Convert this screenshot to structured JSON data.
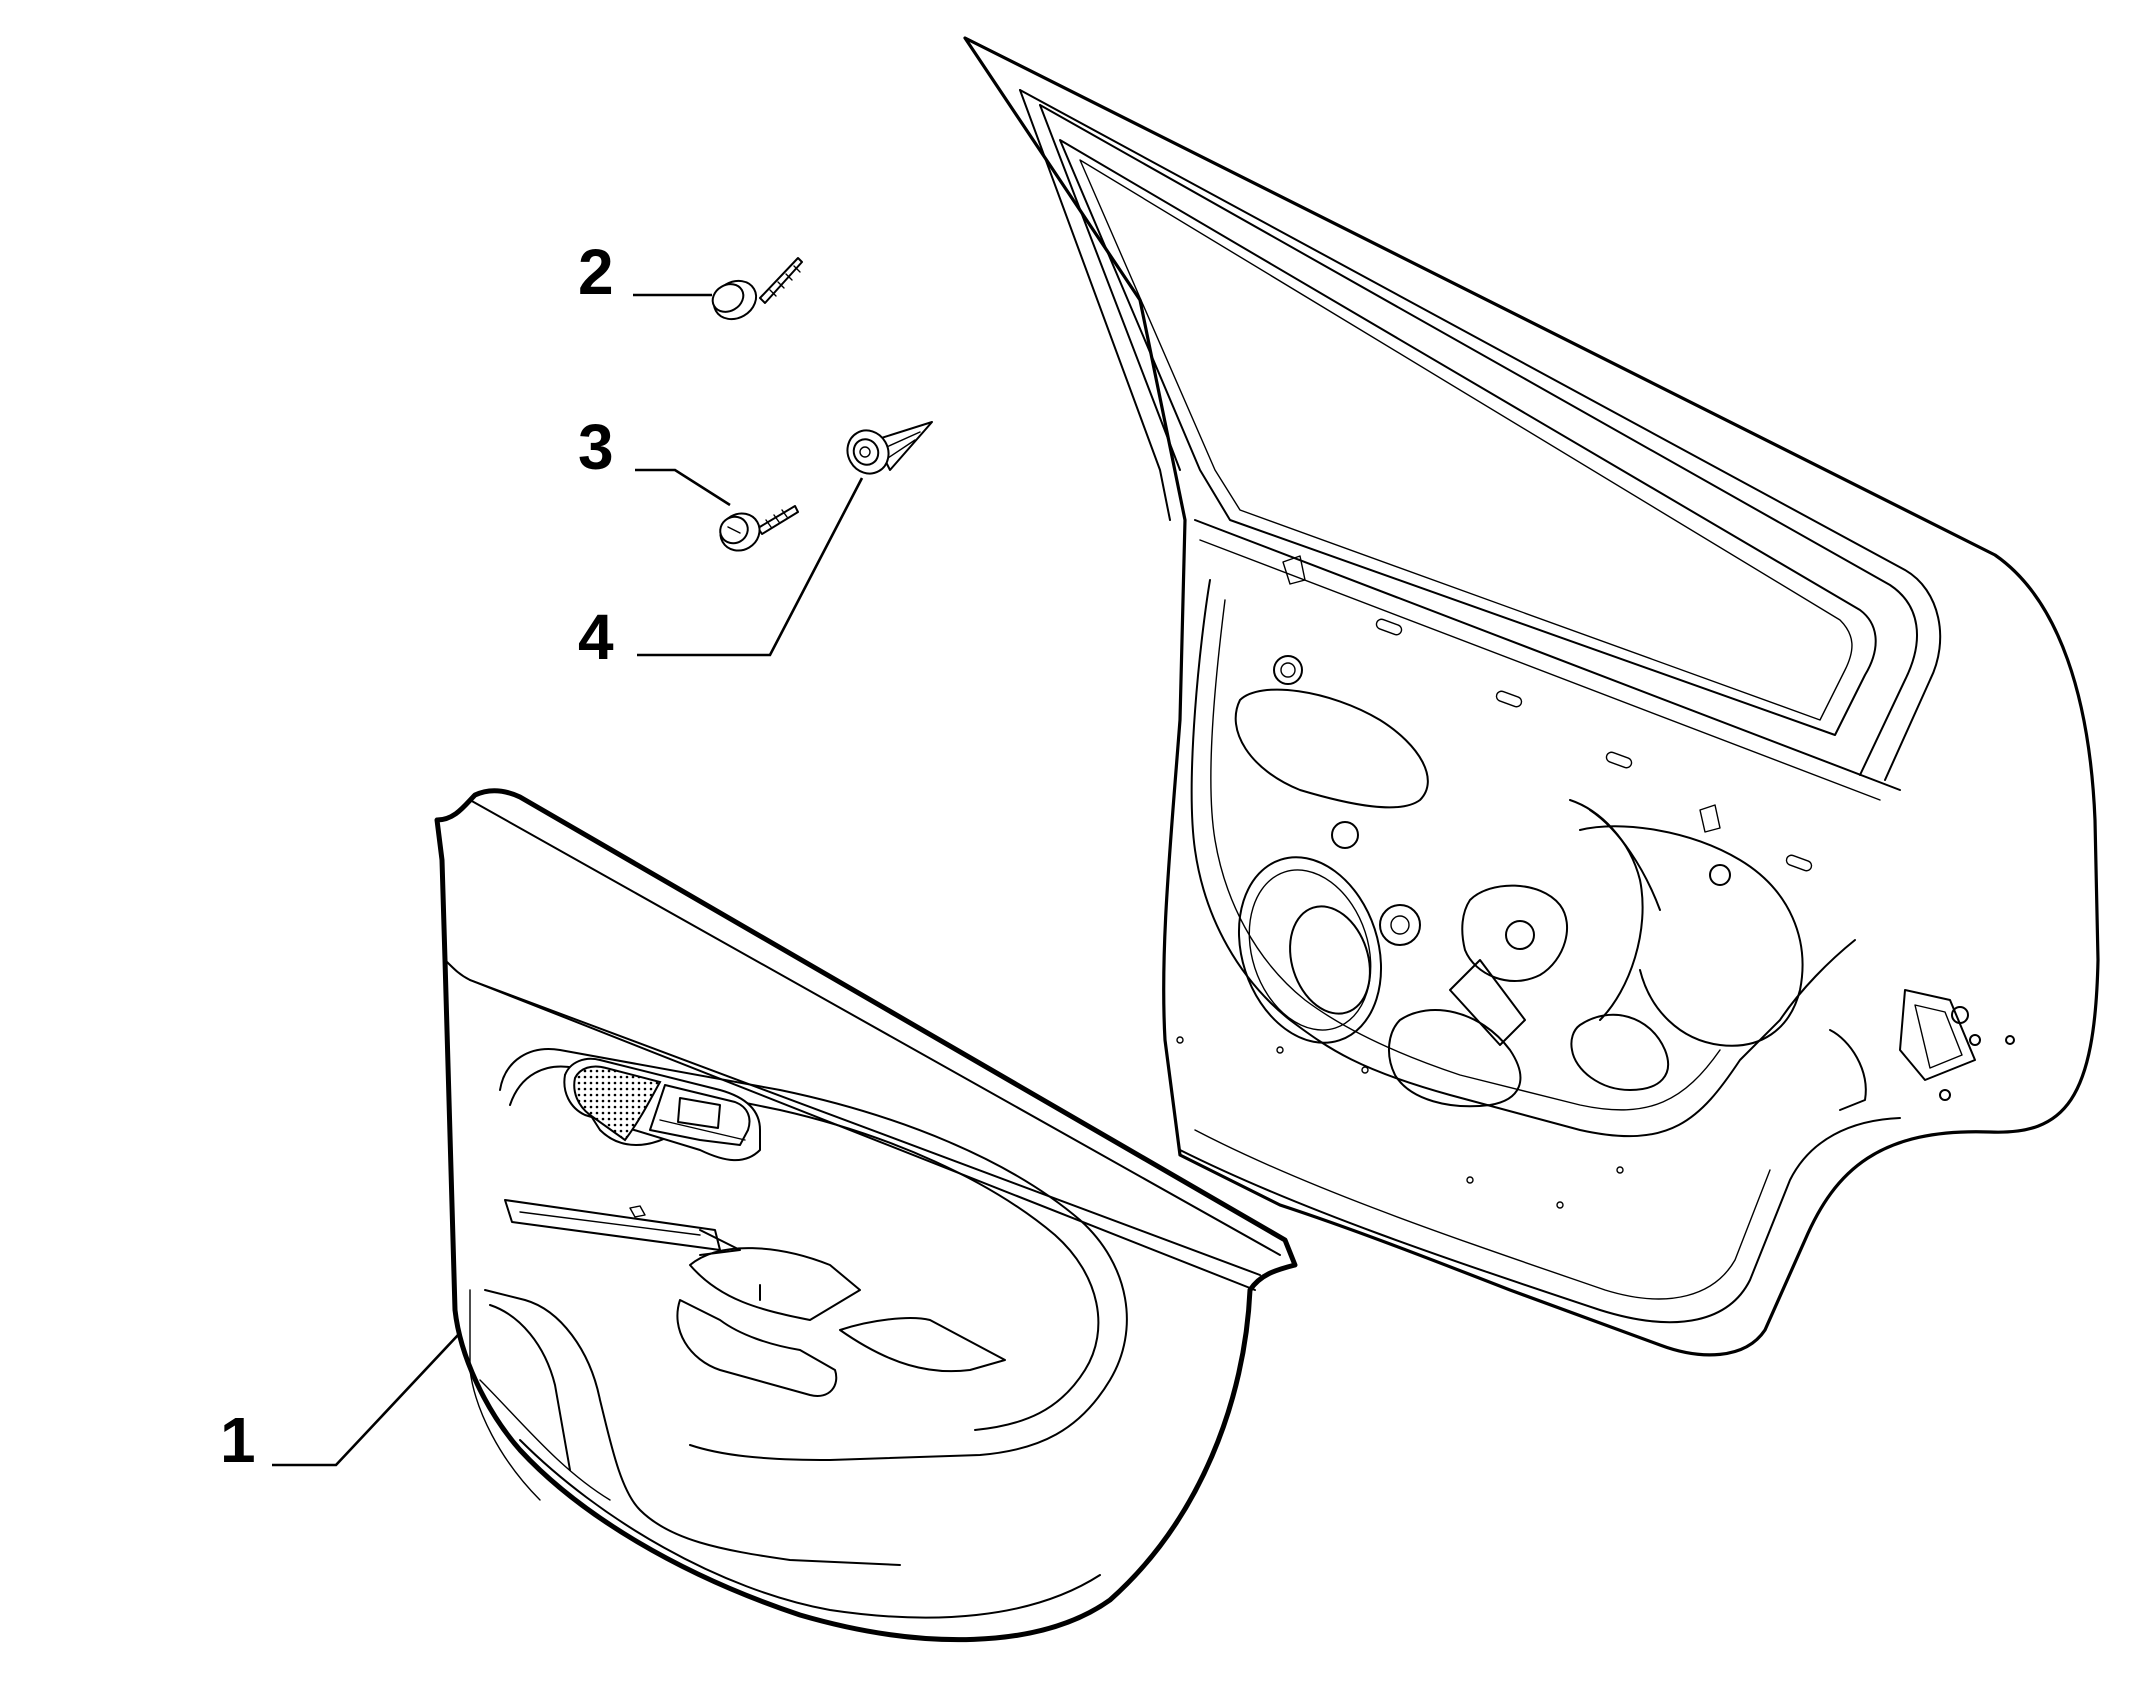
{
  "callouts": [
    {
      "id": "1",
      "label": "1"
    },
    {
      "id": "2",
      "label": "2"
    },
    {
      "id": "3",
      "label": "3"
    },
    {
      "id": "4",
      "label": "4"
    }
  ],
  "parts": [
    {
      "ref": "1",
      "icon": "door-trim-panel-icon"
    },
    {
      "ref": "2",
      "icon": "flanged-screw-icon"
    },
    {
      "ref": "3",
      "icon": "tapping-screw-icon"
    },
    {
      "ref": "4",
      "icon": "push-clip-icon"
    }
  ],
  "background_part": {
    "icon": "rear-door-shell-icon"
  },
  "colors": {
    "ink": "#000000",
    "paper": "#ffffff"
  }
}
